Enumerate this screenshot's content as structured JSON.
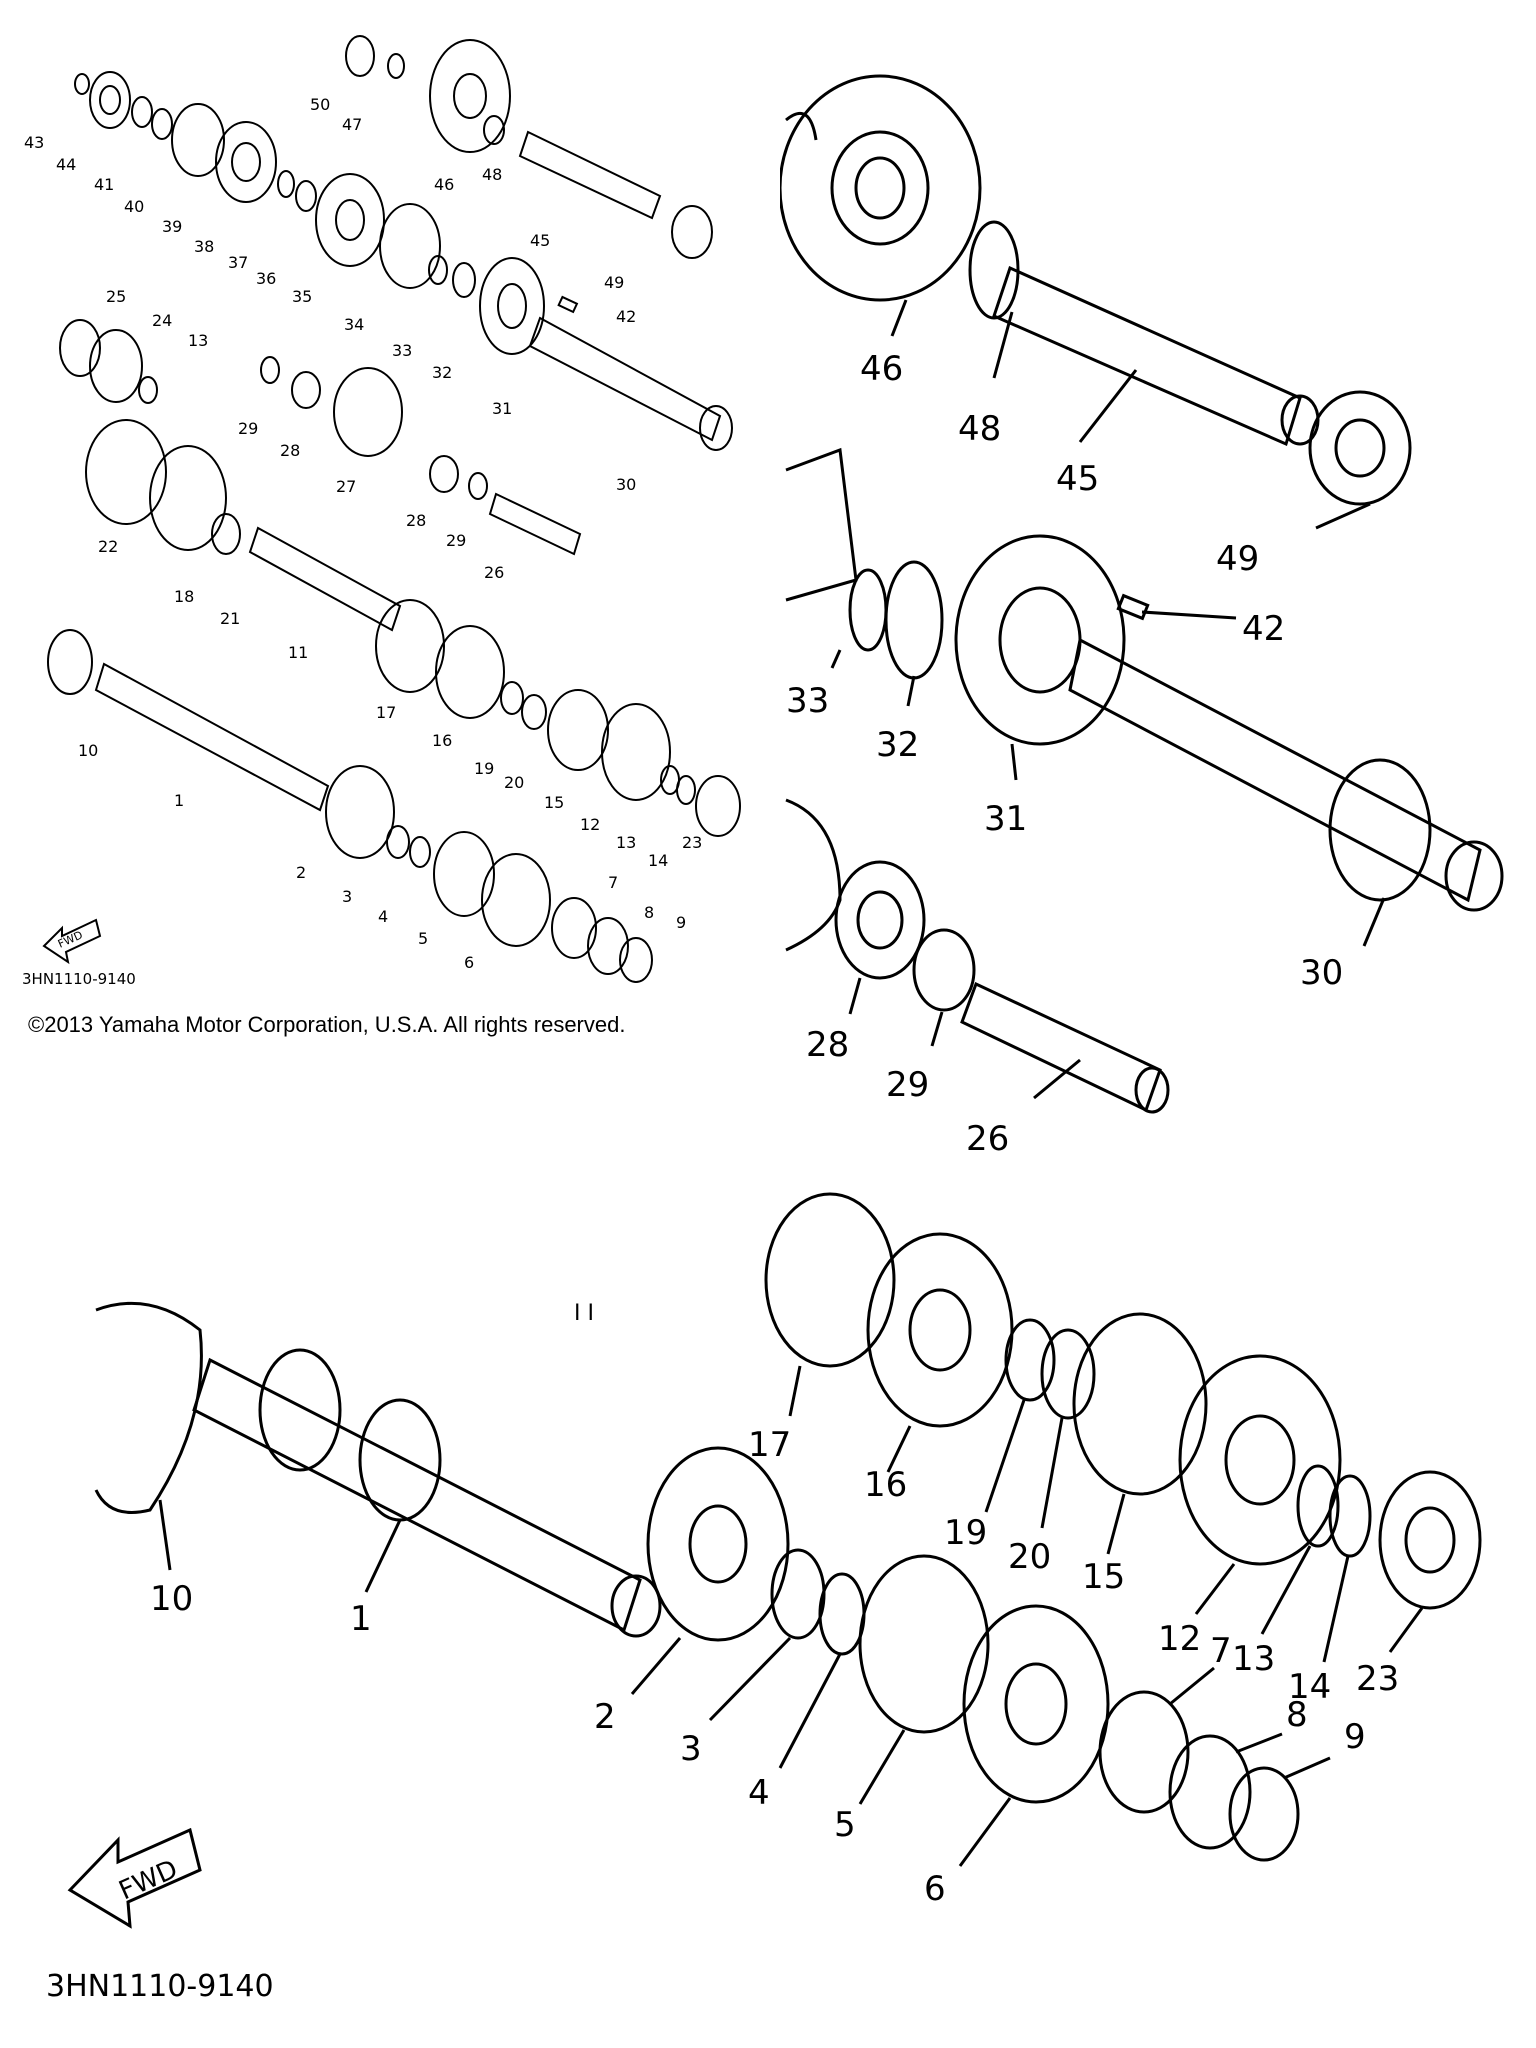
{
  "diagram_code": "3HN1110-9140",
  "fwd_label": "FWD",
  "copyright": "©2013 Yamaha Motor Corporation, U.S.A. All rights reserved.",
  "stray_mark": "I I",
  "overview_callouts": [
    "1",
    "2",
    "3",
    "4",
    "5",
    "6",
    "7",
    "8",
    "9",
    "10",
    "11",
    "12",
    "13",
    "14",
    "15",
    "16",
    "17",
    "18",
    "19",
    "20",
    "21",
    "22",
    "23",
    "24",
    "25",
    "26",
    "27",
    "28",
    "29",
    "30",
    "31",
    "32",
    "33",
    "34",
    "35",
    "36",
    "37",
    "38",
    "39",
    "40",
    "41",
    "42",
    "43",
    "44",
    "45",
    "46",
    "47",
    "48",
    "49",
    "50"
  ],
  "zoom_top_callouts": [
    "46",
    "48",
    "45",
    "49",
    "42",
    "33",
    "32",
    "31",
    "30",
    "28",
    "29",
    "26"
  ],
  "zoom_bottom_callouts": [
    "10",
    "1",
    "17",
    "16",
    "19",
    "20",
    "15",
    "12",
    "13",
    "14",
    "23",
    "2",
    "3",
    "4",
    "5",
    "6",
    "7",
    "8",
    "9"
  ]
}
